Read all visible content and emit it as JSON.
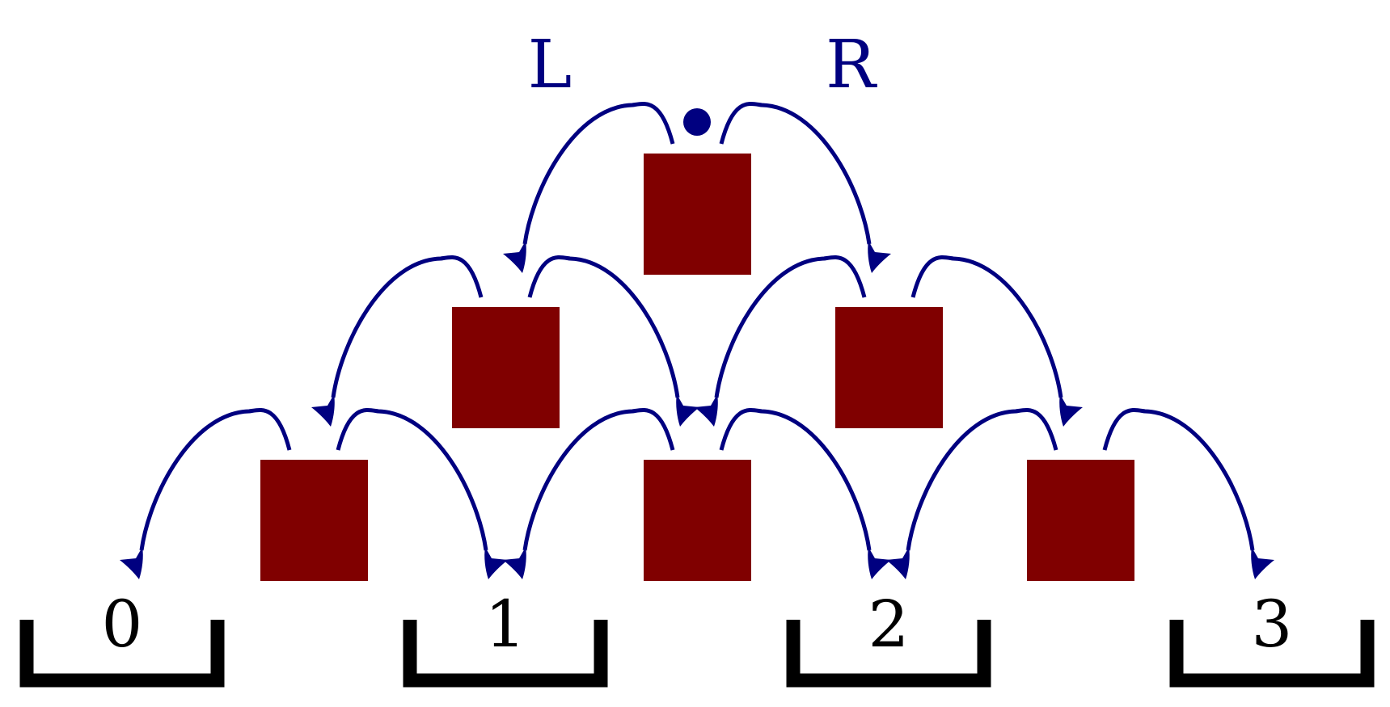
{
  "labels": {
    "left": "L",
    "right": "R"
  },
  "bins": [
    {
      "label": "0"
    },
    {
      "label": "1"
    },
    {
      "label": "2"
    },
    {
      "label": "3"
    }
  ],
  "colors": {
    "peg": "#800000",
    "arrow": "#000080",
    "ball": "#000080",
    "bin": "#000000",
    "bin_label": "#000000",
    "direction_label": "#000080"
  }
}
